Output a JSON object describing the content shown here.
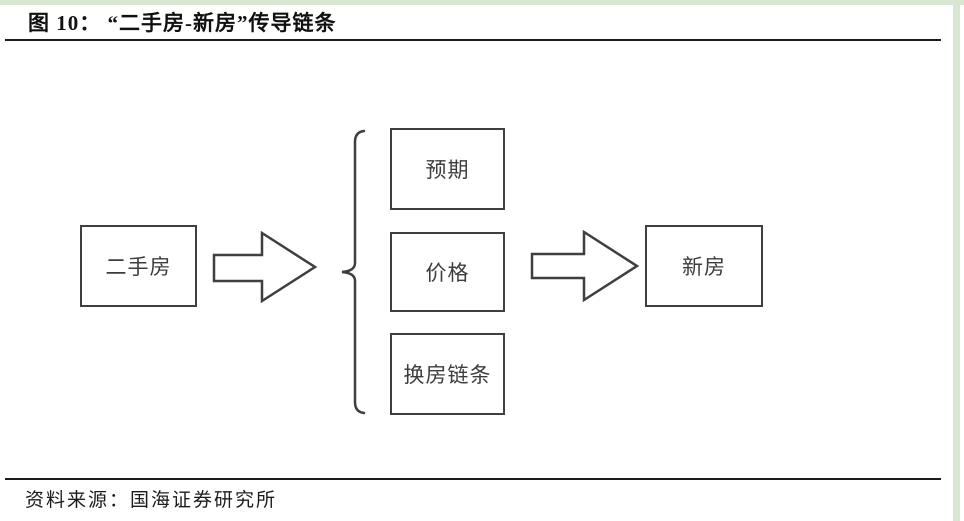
{
  "figure": {
    "title": "图 10：  “二手房-新房”传导链条",
    "source": "资料来源：国海证券研究所"
  },
  "diagram": {
    "nodes": {
      "second_hand": {
        "label": "二手房"
      },
      "expectation": {
        "label": "预期"
      },
      "price": {
        "label": "价格"
      },
      "swap_chain": {
        "label": "换房链条"
      },
      "new_house": {
        "label": "新房"
      }
    },
    "connectors": {
      "arrow_left": "block-arrow-right",
      "arrow_right": "block-arrow-right",
      "brace": "left-curly-brace"
    }
  },
  "colors": {
    "accent_green": "#d8e6d2",
    "line": "#3f3f3f",
    "rule": "#1c1c1c"
  }
}
